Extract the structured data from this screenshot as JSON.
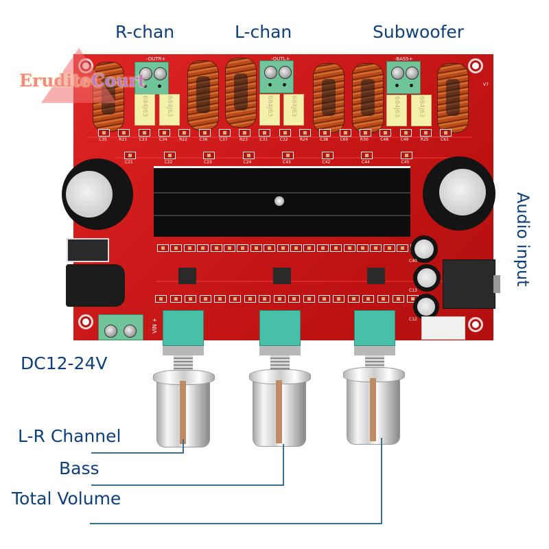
{
  "title_labels": {
    "r_chan": "R-chan",
    "l_chan": "L-chan",
    "subwoofer": "Subwoofer"
  },
  "side_labels": {
    "audio_input": "Audio input",
    "power": "DC12-24V"
  },
  "knob_labels": {
    "lr_channel": "L-R Channel",
    "bass": "Bass",
    "total_volume": "Total Volume"
  },
  "watermark": {
    "part1": "Erudite",
    "part2": "Court"
  },
  "board": {
    "terminal_marks": [
      "-OUTR+",
      "-OUTL+",
      "-BASS+"
    ],
    "power_mark": "VIN +",
    "version_mark": "V7",
    "capacitor_text": "684J63",
    "capacitor_labels_row1": [
      "C35",
      "R21",
      "C33",
      "C34",
      "R22",
      "C36",
      "C37",
      "R23",
      "C31",
      "C32",
      "R24",
      "C38",
      "C60",
      "R30",
      "C48",
      "C49",
      "R25",
      "C61"
    ],
    "capacitor_labels_row2": [
      "C21",
      "C22",
      "C23",
      "C24",
      "C43",
      "C42",
      "C44",
      "C45"
    ],
    "ecap_labels": [
      "C40",
      "C13",
      "C12"
    ]
  },
  "colors": {
    "label_blue": "#0f3f7a",
    "pcb_red": "#d31a1a",
    "terminal_green": "#6fc49a",
    "pot_teal": "#48c0a8"
  }
}
